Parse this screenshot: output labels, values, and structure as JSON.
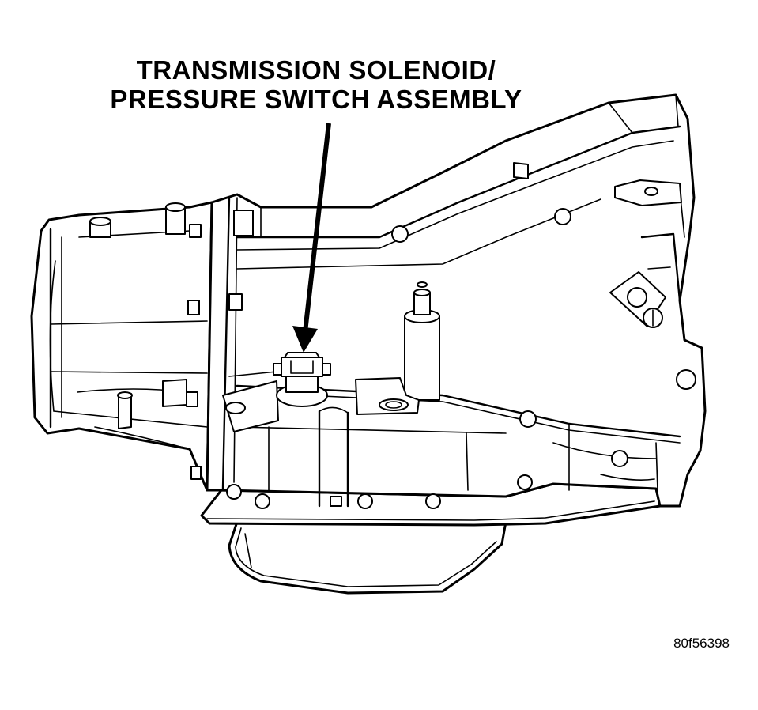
{
  "callout": {
    "line1": "TRANSMISSION SOLENOID/",
    "line2": "PRESSURE SWITCH ASSEMBLY"
  },
  "figure_id": "80f56398",
  "colors": {
    "ink": "#000000",
    "paper": "#ffffff"
  }
}
